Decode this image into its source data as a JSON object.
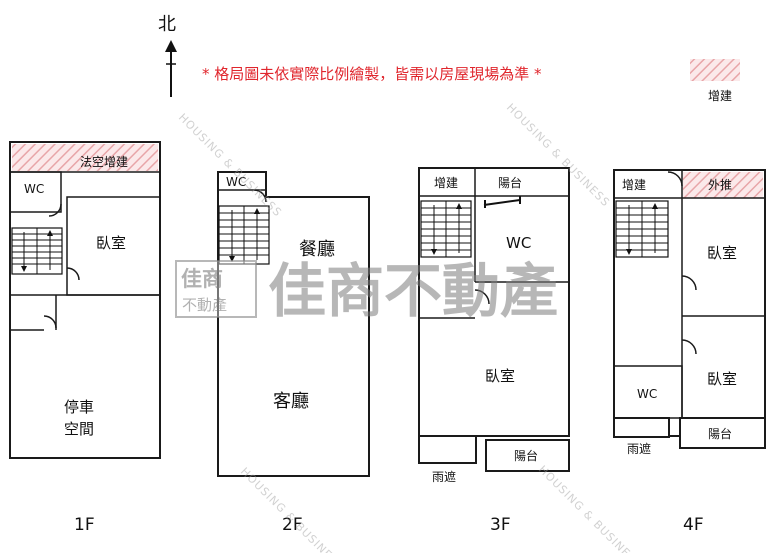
{
  "notice": "* 格局圖未依實際比例繪製，皆需以房屋現場為準 *",
  "north_label": "北",
  "legend": {
    "label": "增建",
    "color": "#e8a5a8"
  },
  "watermark": {
    "brand": "佳商不動產",
    "logo_top": "佳商",
    "logo_bottom": "不動產",
    "tagline": "HOUSING & BUSINESS"
  },
  "floors": [
    {
      "name": "1F",
      "rooms": {
        "top": "法空增建",
        "wc": "WC",
        "bedroom": "臥室",
        "parking_1": "停車",
        "parking_2": "空間"
      }
    },
    {
      "name": "2F",
      "rooms": {
        "wc": "WC",
        "dining": "餐廳",
        "living": "客廳"
      }
    },
    {
      "name": "3F",
      "rooms": {
        "addon": "增建",
        "balcony_top": "陽台",
        "wc": "WC",
        "bedroom": "臥室",
        "canopy": "雨遮",
        "balcony_bottom": "陽台"
      }
    },
    {
      "name": "4F",
      "rooms": {
        "addon": "增建",
        "extension": "外推",
        "bedroom_1": "臥室",
        "wc": "WC",
        "bedroom_2": "臥室",
        "canopy": "雨遮",
        "balcony": "陽台"
      }
    }
  ]
}
